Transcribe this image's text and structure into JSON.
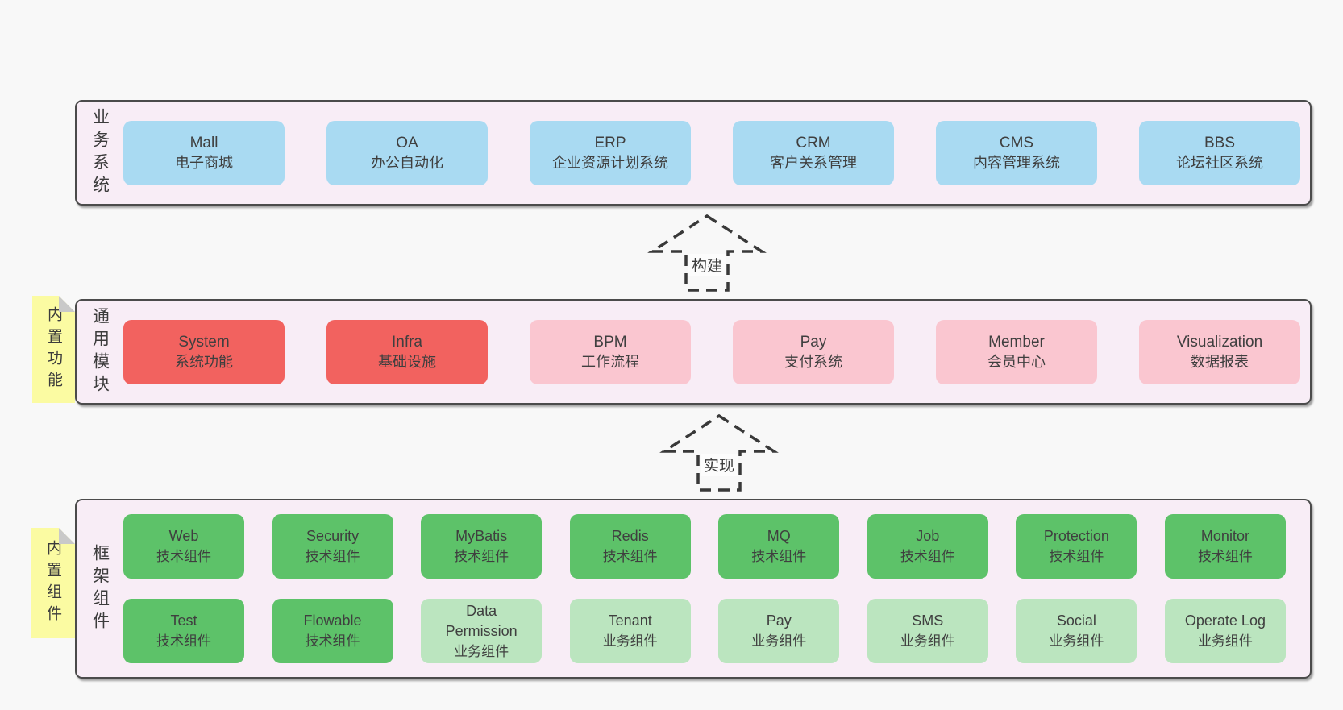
{
  "colors": {
    "page_bg": "#f8f8f8",
    "section_bg": "#f8edf6",
    "section_border": "#4b4b4b",
    "blue_box": "#a9daf2",
    "red_box": "#f2625f",
    "pink_box": "#fac6d0",
    "green_box": "#5dc269",
    "light_green_box": "#bbe5bf",
    "note_yellow": "#fbfba2",
    "note_fold_gray": "#c9c9c9",
    "text": "#3c3c3c"
  },
  "arrows": {
    "build": "构建",
    "realize": "实现"
  },
  "sections": {
    "business": {
      "label": "业务系统",
      "boxes": [
        {
          "name": "Mall",
          "desc": "电子商城"
        },
        {
          "name": "OA",
          "desc": "办公自动化"
        },
        {
          "name": "ERP",
          "desc": "企业资源计划系统"
        },
        {
          "name": "CRM",
          "desc": "客户关系管理"
        },
        {
          "name": "CMS",
          "desc": "内容管理系统"
        },
        {
          "name": "BBS",
          "desc": "论坛社区系统"
        }
      ]
    },
    "modules": {
      "label": "通用模块",
      "note": "内置功能",
      "boxes": [
        {
          "name": "System",
          "desc": "系统功能"
        },
        {
          "name": "Infra",
          "desc": "基础设施"
        },
        {
          "name": "BPM",
          "desc": "工作流程"
        },
        {
          "name": "Pay",
          "desc": "支付系统"
        },
        {
          "name": "Member",
          "desc": "会员中心"
        },
        {
          "name": "Visualization",
          "desc": "数据报表"
        }
      ]
    },
    "components": {
      "label": "框架组件",
      "note": "内置组件",
      "boxes": [
        {
          "name": "Web",
          "desc": "技术组件"
        },
        {
          "name": "Security",
          "desc": "技术组件"
        },
        {
          "name": "MyBatis",
          "desc": "技术组件"
        },
        {
          "name": "Redis",
          "desc": "技术组件"
        },
        {
          "name": "MQ",
          "desc": "技术组件"
        },
        {
          "name": "Job",
          "desc": "技术组件"
        },
        {
          "name": "Protection",
          "desc": "技术组件"
        },
        {
          "name": "Monitor",
          "desc": "技术组件"
        },
        {
          "name": "Test",
          "desc": "技术组件"
        },
        {
          "name": "Flowable",
          "desc": "技术组件"
        },
        {
          "name": "Data Permission",
          "desc": "业务组件"
        },
        {
          "name": "Tenant",
          "desc": "业务组件"
        },
        {
          "name": "Pay",
          "desc": "业务组件"
        },
        {
          "name": "SMS",
          "desc": "业务组件"
        },
        {
          "name": "Social",
          "desc": "业务组件"
        },
        {
          "name": "Operate Log",
          "desc": "业务组件"
        }
      ]
    }
  }
}
